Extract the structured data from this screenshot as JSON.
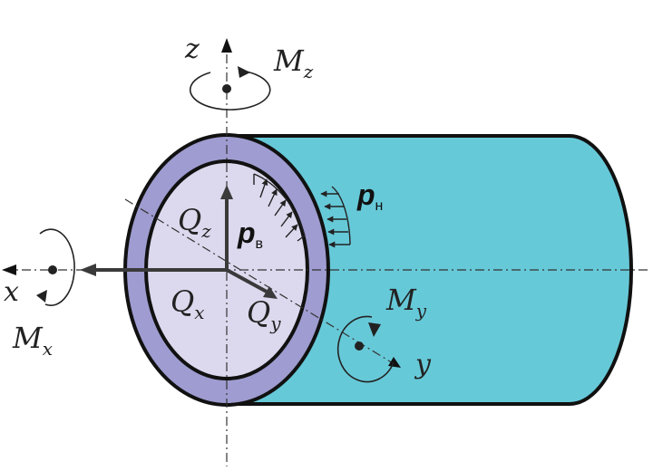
{
  "colors": {
    "cylinder_fill": "#66c9d8",
    "wall_fill": "#9e9cd0",
    "inner_face_fill": "#dcd9ee",
    "outline": "#111111",
    "axis": "#222222",
    "arrow": "#3a3a3a"
  },
  "labels": {
    "axis_z": "z",
    "axis_x": "x",
    "axis_y": "y",
    "moment_z": {
      "main": "M",
      "sub": "z"
    },
    "moment_x": {
      "main": "M",
      "sub": "x"
    },
    "moment_y": {
      "main": "M",
      "sub": "y"
    },
    "force_z": {
      "main": "Q",
      "sub": "z"
    },
    "force_x": {
      "main": "Q",
      "sub": "x"
    },
    "force_y": {
      "main": "Q",
      "sub": "y"
    },
    "pressure_inner": {
      "main": "p",
      "sub": "в"
    },
    "pressure_outer": {
      "main": "p",
      "sub": "н"
    }
  }
}
